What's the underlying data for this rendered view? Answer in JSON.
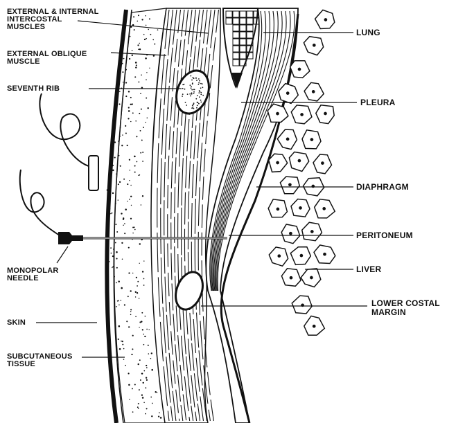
{
  "labels": {
    "intercostal": "EXTERNAL & INTERNAL\nINTERCOSTAL\nMUSCLES",
    "oblique": "EXTERNAL OBLIQUE\nMUSCLE",
    "rib": "SEVENTH RIB",
    "needle": "MONOPOLAR\nNEEDLE",
    "skin": "SKIN",
    "subcutaneous": "SUBCUTANEOUS\nTISSUE",
    "lung": "LUNG",
    "pleura": "PLEURA",
    "diaphragm": "DIAPHRAGM",
    "peritoneum": "PERITONEUM",
    "liver": "LIVER",
    "costal_margin": "LOWER COSTAL\nMARGIN"
  },
  "colors": {
    "ink": "#111111",
    "paper": "#ffffff"
  }
}
